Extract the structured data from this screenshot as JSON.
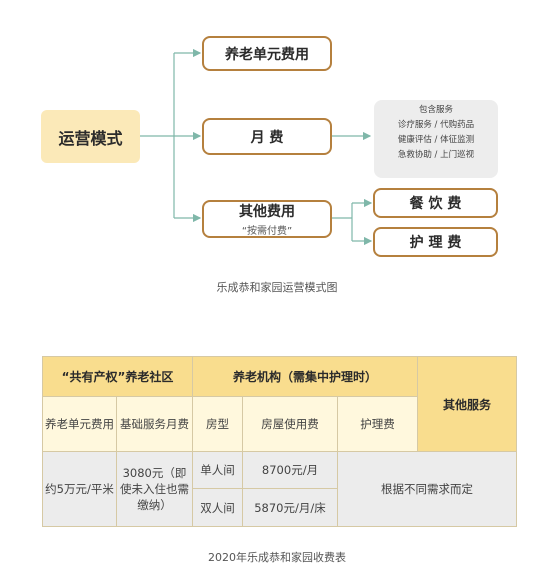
{
  "diagram": {
    "root": "运营模式",
    "nodes": {
      "unit_fee": "养老单元费用",
      "monthly_fee": "月 费",
      "other_fee": "其他费用",
      "other_fee_note": "“按需付费”",
      "catering_fee": "餐 饮 费",
      "nursing_fee": "护 理 费"
    },
    "services": {
      "title": "包含服务",
      "lines": [
        "诊疗服务 / 代购药品",
        "健康评估 / 体征监测",
        "急救协助 / 上门巡视"
      ]
    },
    "caption": "乐成恭和家园运营模式图"
  },
  "fee_table": {
    "group1": "“共有产权”养老社区",
    "group2": "养老机构（需集中护理时）",
    "group3": "其他服务",
    "col_unit_fee": "养老单元费用",
    "col_base_fee": "基础服务月费",
    "col_room_type": "房型",
    "col_room_fee": "房屋使用费",
    "col_nursing_fee": "护理费",
    "unit_fee_value": "约5万元/平米",
    "base_fee_value": "3080元（即使未入住也需缴纳）",
    "room_single": "单人间",
    "room_single_fee": "8700元/月",
    "room_double": "双人间",
    "room_double_fee": "5870元/月/床",
    "nursing_note": "根据不同需求而定",
    "caption": "2020年乐成恭和家园收费表"
  },
  "colors": {
    "accent_border": "#b5803e",
    "connector": "#7fb7a9",
    "header_fill": "#f9dd8e",
    "root_fill": "#fbe9b8"
  }
}
